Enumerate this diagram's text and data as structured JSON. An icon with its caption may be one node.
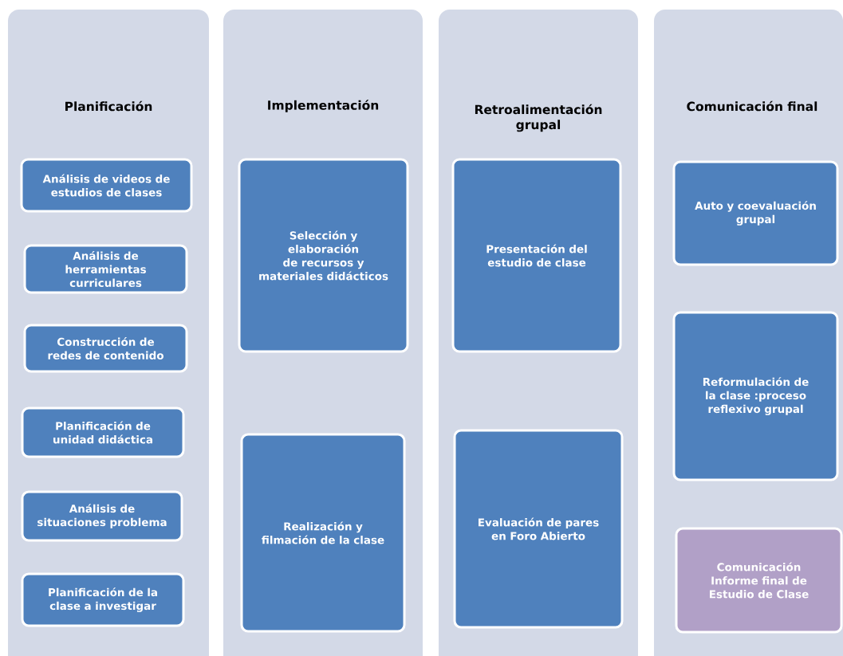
{
  "diagram": {
    "nodes": [
      {
        "text": [
          "Planificación"
        ]
      },
      {
        "text": [
          "Análisis de videos de estudios de clases"
        ],
        "in": 0
      },
      {
        "text": [
          "Análisis de herramientas curriculares"
        ],
        "in": 0
      },
      {
        "text": [
          "Construcción de redes de contenido"
        ],
        "in": 0
      },
      {
        "text": [
          "Planificación de unidad didáctica"
        ],
        "in": 0
      },
      {
        "text": [
          "Análisis de situaciones problema"
        ],
        "in": 0
      },
      {
        "text": [
          "Planificación de la clase a investigar"
        ],
        "in": 0
      },
      {
        "text": [
          "Implementación"
        ]
      },
      {
        "text": [
          "Selección y elaboración de recursos y materiales didácticos"
        ],
        "in": 7
      },
      {
        "text": [
          "Realización y filmación de la clase"
        ],
        "in": 7
      },
      {
        "text": [
          "Retroalimentación grupal"
        ]
      },
      {
        "text": [
          "Presentación del estudio de clase"
        ],
        "in": 10
      },
      {
        "text": [
          "Evaluación de pares en Foro Abierto"
        ],
        "in": 10
      },
      {
        "text": [
          "Comunicación final"
        ]
      },
      {
        "text": [
          "Auto y coevaluación grupal"
        ],
        "in": 13
      },
      {
        "text": [
          "Reformulación de la clase :proceso reflexivo grupal"
        ],
        "in": 13
      },
      {
        "text": [
          "Comunicación Informe final de Estudio de Clase"
        ],
        "in": 13
      }
    ]
  }
}
